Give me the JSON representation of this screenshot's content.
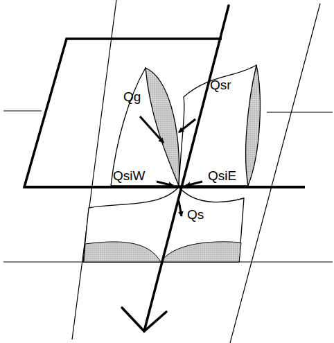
{
  "diagram": {
    "labels": [
      "Qg",
      "Qsr",
      "QsiW",
      "QsiE",
      "Qs"
    ]
  }
}
